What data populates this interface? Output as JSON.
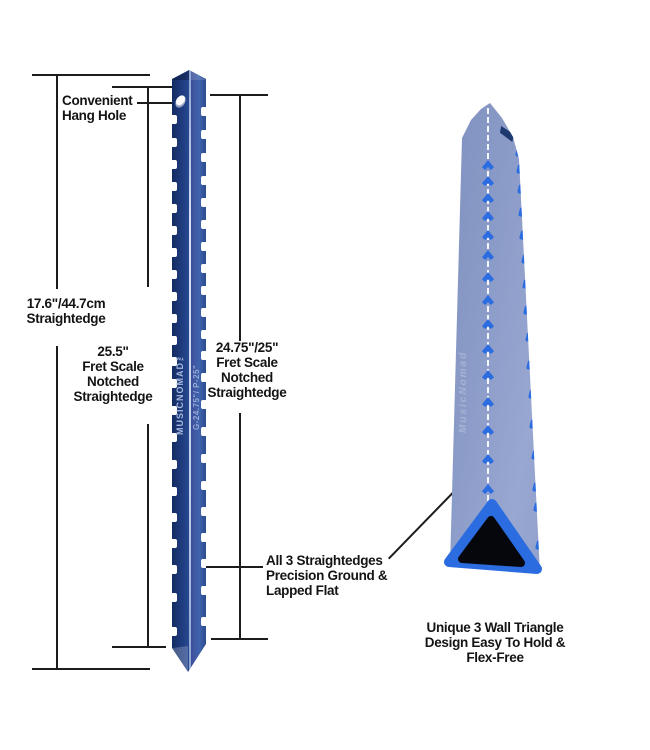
{
  "product": {
    "brand": "MUSICNOMAD™",
    "model": "G-24.75\"/ P-25\"",
    "ghost_logo": "MusicNomad"
  },
  "annotations": {
    "hang_hole": [
      "Convenient",
      "Hang Hole"
    ],
    "edge_17": [
      "17.6\"/44.7cm",
      "Straightedge"
    ],
    "scale_25_5": [
      "25.5\"",
      "Fret Scale",
      "Notched",
      "Straightedge"
    ],
    "scale_24_75": [
      "24.75\"/25\"",
      "Fret Scale",
      "Notched",
      "Straightedge"
    ],
    "precision": [
      "All 3 Straightedges",
      "Precision Ground &",
      "Lapped Flat"
    ],
    "triangle": [
      "Unique 3 Wall Triangle",
      "Design Easy To Hold &",
      "Flex-Free"
    ]
  },
  "ruler": {
    "left_notch_y": [
      119,
      142,
      164,
      186,
      208,
      230,
      252,
      274,
      296,
      318,
      340,
      361,
      383,
      410,
      437,
      464,
      491,
      517,
      543,
      569,
      597,
      631
    ],
    "right_notch_y": [
      111,
      134,
      157,
      180,
      202,
      224,
      246,
      268,
      290,
      312,
      334,
      355,
      377,
      404,
      431,
      458,
      485,
      511,
      537,
      563,
      590,
      621
    ]
  },
  "side_view": {
    "front_notch_y": [
      160,
      176,
      193,
      211,
      230,
      250,
      272,
      295,
      319,
      344,
      370,
      397,
      425,
      454,
      484
    ],
    "edge_notch_y": [
      148,
      165,
      185,
      208,
      231,
      255,
      280,
      306,
      333,
      361,
      390,
      420,
      451,
      483,
      503,
      541
    ]
  },
  "colors": {
    "text": "#141414",
    "line": "#1c1c1c",
    "ruler_navy": "#1d3a7b",
    "body_periwinkle": "#8c9cc8",
    "accent_blue": "#2b6ce0",
    "triangle_core": "#06070d"
  }
}
